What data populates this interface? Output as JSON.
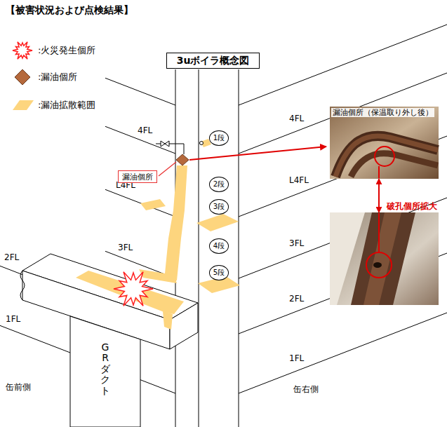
{
  "diagram": {
    "title": "【被害状況および点検結果】",
    "nodes": [
      {
        "text": [
          "3uボイラ概念図"
        ]
      },
      {
        "text": [
          "漏油個所（保温取り外し後）"
        ]
      },
      {
        "text": [
          "1段"
        ]
      },
      {
        "text": [
          "漏油個所"
        ]
      },
      {
        "text": [
          "2段"
        ]
      },
      {
        "text": [
          "3段"
        ]
      },
      {
        "text": [
          "破孔個所拡大"
        ]
      },
      {
        "text": [
          "4段"
        ]
      },
      {
        "text": [
          "5段"
        ]
      }
    ],
    "edges": [
      {
        "from": 1,
        "to": 6,
        "arrow": "both"
      }
    ],
    "labels": [
      "4FL",
      "L4FL",
      "3FL",
      "2FL",
      "1FL",
      "缶前側",
      "GRダクト",
      "4FL",
      "L4FL",
      "3FL",
      "2FL",
      "1FL",
      "缶右側"
    ],
    "legend": [
      {
        "text": ":火災発生個所"
      },
      {
        "text": ":漏油個所",
        "color": "#b5693c"
      },
      {
        "text": ":漏油拡散範囲",
        "color": "#fdd57e"
      }
    ]
  }
}
